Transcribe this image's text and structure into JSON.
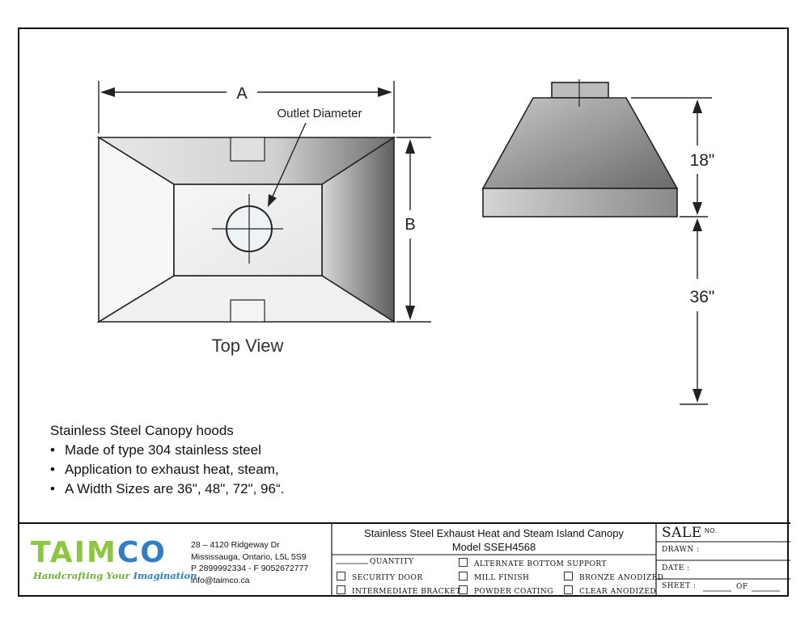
{
  "drawing": {
    "dim_a": "A",
    "dim_b": "B",
    "outlet_label": "Outlet Diameter",
    "top_view_label": "Top View",
    "dim_height": "18\"",
    "dim_clearance": "36\""
  },
  "description": {
    "heading": "Stainless Steel Canopy hoods",
    "bullets": [
      "Made of type 304 stainless steel",
      "Application to exhaust heat, steam,",
      "A Width Sizes are 36\", 48\", 72\", 96“."
    ]
  },
  "title_block": {
    "logo": {
      "part1": "TAIM",
      "part2": "CO",
      "tagline1": "Handcrafting Your ",
      "tagline2": "Imagination",
      "green": "#8dc63f",
      "blue": "#2e7fc6"
    },
    "address": [
      "28 – 4120 Ridgeway Dr",
      "Mississauga, Ontario, L5L 5S9",
      "P 2899992334 - F 9052672777",
      "info@taimco.ca"
    ],
    "title_line1": "Stainless Steel Exhaust Heat and Steam Island Canopy",
    "title_line2": "Model SSEH4568",
    "quantity_label": "QUANTITY",
    "options": {
      "security_door": "SECURITY DOOR",
      "intermediate_bracket": "INTERMEDIATE BRACKET",
      "alternate_bottom_support": "ALTERNATE BOTTOM SUPPORT",
      "mill_finish": "MILL FINISH",
      "powder_coating": "POWDER COATING",
      "bronze_anodized": "BRONZE ANODIZED",
      "clear_anodized": "CLEAR ANODIZED"
    },
    "sale_label": "SALE",
    "sale_no": "NO.",
    "drawn_label": "DRAWN :",
    "date_label": "DATE :",
    "sheet_label": "SHEET :",
    "of_label": "OF"
  }
}
